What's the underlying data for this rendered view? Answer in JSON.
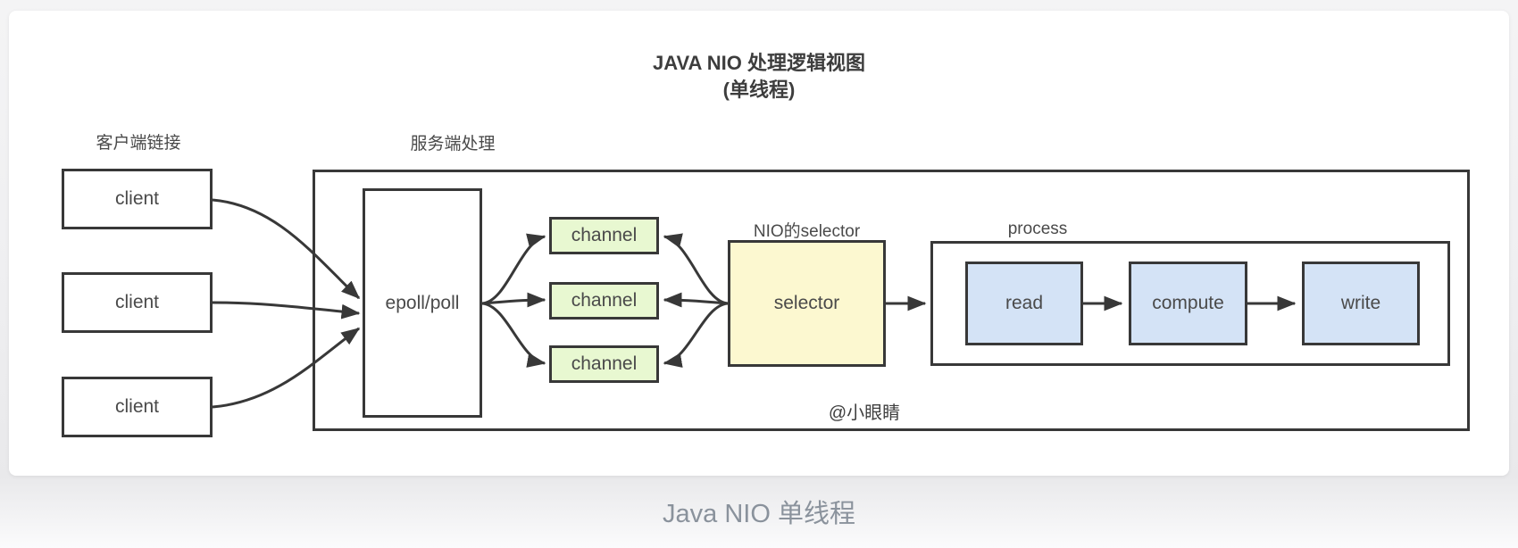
{
  "page": {
    "caption": "Java NIO 单线程"
  },
  "diagram": {
    "title": {
      "line1": "JAVA NIO 处理逻辑视图",
      "line2": "(单线程)"
    },
    "section_labels": {
      "client": "客户端链接",
      "server": "服务端处理",
      "selector": "NIO的selector",
      "process": "process"
    },
    "watermark": "@小眼睛",
    "nodes": {
      "clients": [
        "client",
        "client",
        "client"
      ],
      "epoll": "epoll/poll",
      "channels": [
        "channel",
        "channel",
        "channel"
      ],
      "selector": "selector",
      "process_steps": [
        "read",
        "compute",
        "write"
      ]
    },
    "colors": {
      "line": "#383838",
      "box_border": "#383838",
      "channel_fill": "#e8f8d1",
      "selector_fill": "#fcf8d0",
      "process_step_fill": "#d4e3f6",
      "label_text": "#4a4a4a",
      "title_text": "#3d3d3d",
      "caption_text": "#8a929c",
      "card_bg": "#ffffff"
    }
  }
}
